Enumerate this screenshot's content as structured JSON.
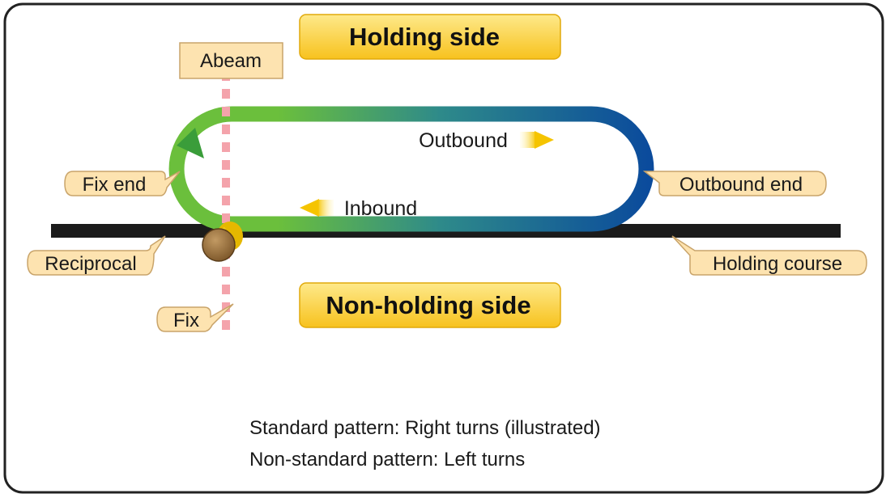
{
  "headings": {
    "holding_side": "Holding side",
    "non_holding_side": "Non-holding side"
  },
  "callouts": {
    "abeam": "Abeam",
    "fix_end": "Fix end",
    "outbound_end": "Outbound end",
    "reciprocal": "Reciprocal",
    "holding_course": "Holding course",
    "fix": "Fix"
  },
  "flow_labels": {
    "outbound": "Outbound",
    "inbound": "Inbound"
  },
  "notes": {
    "standard": "Standard pattern: Right turns (illustrated)",
    "non_standard": "Non-standard pattern: Left turns"
  },
  "colors": {
    "frame": "#222222",
    "course_line": "#1b1b1b",
    "track_start": "#6bbf3c",
    "track_end": "#0b4b9c",
    "callout_fill": "#fde3b0",
    "callout_stroke": "#c9a46a",
    "heading_fill": "#fdd23a",
    "abeam_stripe": "#f4a3ab",
    "fix_marker": "#9c7340"
  }
}
